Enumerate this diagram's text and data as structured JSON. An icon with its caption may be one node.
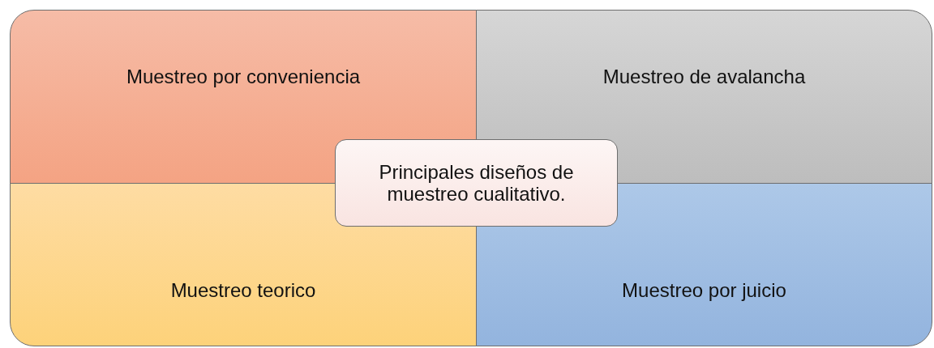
{
  "diagram": {
    "nodes": [
      {
        "text": [
          "Muestreo por conveniencia"
        ]
      },
      {
        "text": [
          "Muestreo de avalancha"
        ]
      },
      {
        "text": [
          "Principales diseños de muestreo cualitativo."
        ]
      },
      {
        "text": [
          "Muestreo teorico"
        ]
      },
      {
        "text": [
          "Muestreo por juicio"
        ]
      }
    ]
  }
}
